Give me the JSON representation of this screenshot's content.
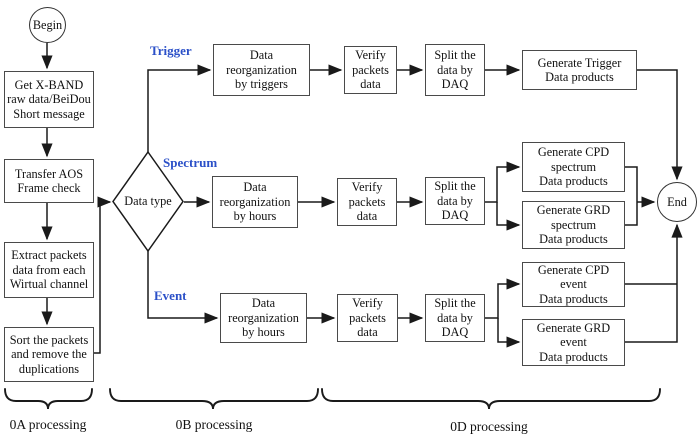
{
  "colors": {
    "label_blue": "#2b50c8",
    "line": "#1a1a1a",
    "border": "#4a4a4a"
  },
  "nodes": {
    "begin": {
      "label": "Begin"
    },
    "get_xband": {
      "label": [
        "Get X-BAND",
        "raw data/BeiDou",
        "Short message"
      ]
    },
    "transfer_aos": {
      "label": [
        "Transfer AOS",
        "Frame check"
      ]
    },
    "extract_packets": {
      "label": [
        "Extract packets",
        "data from each",
        "Wirtual channel"
      ]
    },
    "sort_packets": {
      "label": [
        "Sort the packets",
        "and remove the",
        "duplications"
      ]
    },
    "data_type": {
      "label": "Data type"
    },
    "trigger_reorg": {
      "label": [
        "Data",
        "reorganization",
        "by triggers"
      ]
    },
    "trigger_verify": {
      "label": [
        "Verify",
        "packets",
        "data"
      ]
    },
    "trigger_split": {
      "label": [
        "Split the",
        "data by",
        "DAQ"
      ]
    },
    "trigger_generate": {
      "label": [
        "Generate Trigger",
        "Data products"
      ]
    },
    "spectrum_reorg": {
      "label": [
        "Data",
        "reorganization",
        "by hours"
      ]
    },
    "spectrum_verify": {
      "label": [
        "Verify",
        "packets",
        "data"
      ]
    },
    "spectrum_split": {
      "label": [
        "Split the",
        "data by",
        "DAQ"
      ]
    },
    "generate_cpd_spectrum": {
      "label": [
        "Generate CPD",
        "spectrum",
        "Data products"
      ]
    },
    "generate_grd_spectrum": {
      "label": [
        "Generate GRD",
        "spectrum",
        "Data products"
      ]
    },
    "event_reorg": {
      "label": [
        "Data",
        "reorganization",
        "by hours"
      ]
    },
    "event_verify": {
      "label": [
        "Verify",
        "packets",
        "data"
      ]
    },
    "event_split": {
      "label": [
        "Split the",
        "data by",
        "DAQ"
      ]
    },
    "generate_cpd_event": {
      "label": [
        "Generate CPD",
        "event",
        "Data products"
      ]
    },
    "generate_grd_event": {
      "label": [
        "Generate GRD",
        "event",
        "Data products"
      ]
    },
    "end": {
      "label": "End"
    }
  },
  "branch_labels": {
    "trigger": "Trigger",
    "spectrum": "Spectrum",
    "event": "Event"
  },
  "stage_labels": {
    "oa": "0A processing",
    "ob": "0B processing",
    "od": "0D processing"
  }
}
